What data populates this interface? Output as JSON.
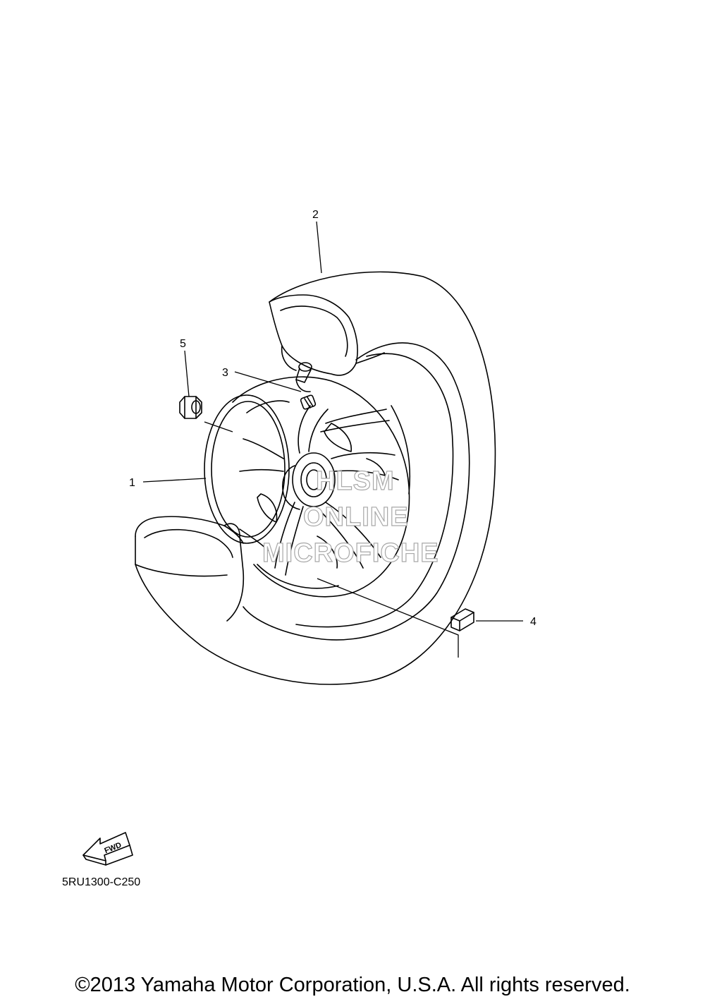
{
  "callouts": [
    "1",
    "2",
    "3",
    "4",
    "5"
  ],
  "watermark": {
    "line1": "HLSM",
    "line2": "ONLINE",
    "line3": "MICROFICHE"
  },
  "fwd_label": "FWD",
  "diagram_code": "5RU1300-C250",
  "copyright": "©2013 Yamaha Motor Corporation, U.S.A. All rights reserved."
}
